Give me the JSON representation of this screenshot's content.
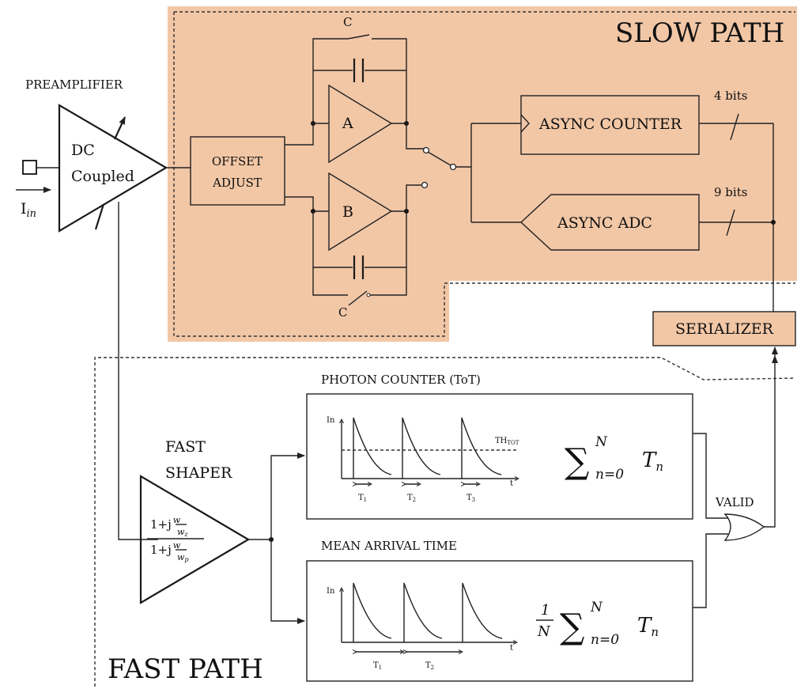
{
  "colors": {
    "slow_path_fill": "#F2C7A6",
    "line": "#222222"
  },
  "regions": {
    "slow_path_title": "SLOW PATH",
    "fast_path_title": "FAST PATH"
  },
  "preamplifier": {
    "title": "PREAMPLIFIER",
    "line1": "DC",
    "line2": "Coupled",
    "input_label": "I",
    "input_subscript": "in"
  },
  "offset_adjust": {
    "line1": "OFFSET",
    "line2": "ADJUST"
  },
  "integrators": {
    "amp_a": "A",
    "amp_b": "B",
    "cap_top": "C",
    "cap_bottom": "C"
  },
  "slow_blocks": {
    "async_counter": "ASYNC COUNTER",
    "async_adc": "ASYNC ADC",
    "counter_bits": "4 bits",
    "adc_bits": "9 bits",
    "serializer": "SERIALIZER"
  },
  "fast_shaper": {
    "title_line1": "FAST",
    "title_line2": "SHAPER",
    "num_prefix": "1+j",
    "num_w": "w",
    "num_den": "w",
    "num_den_sub": "z",
    "den_prefix": "1+j",
    "den_w": "w",
    "den_den": "w",
    "den_den_sub": "p"
  },
  "photon_counter": {
    "title": "PHOTON COUNTER (ToT)",
    "y_axis": "In",
    "x_axis": "t",
    "threshold": "TH",
    "threshold_sub": "TOT",
    "intervals": [
      {
        "label": "T",
        "sub": "1"
      },
      {
        "label": "T",
        "sub": "2"
      },
      {
        "label": "T",
        "sub": "3"
      }
    ],
    "formula": {
      "sigma": "∑",
      "top": "N",
      "bottom": "n=0",
      "term": "T",
      "term_sub": "n"
    }
  },
  "mean_arrival": {
    "title": "MEAN ARRIVAL TIME",
    "y_axis": "In",
    "x_axis": "t",
    "intervals": [
      {
        "label": "T",
        "sub": "1"
      },
      {
        "label": "T",
        "sub": "2"
      }
    ],
    "formula": {
      "frac_num": "1",
      "frac_den": "N",
      "sigma": "∑",
      "top": "N",
      "bottom": "n=0",
      "term": "T",
      "term_sub": "n"
    }
  },
  "valid_gate": {
    "label": "VALID"
  }
}
